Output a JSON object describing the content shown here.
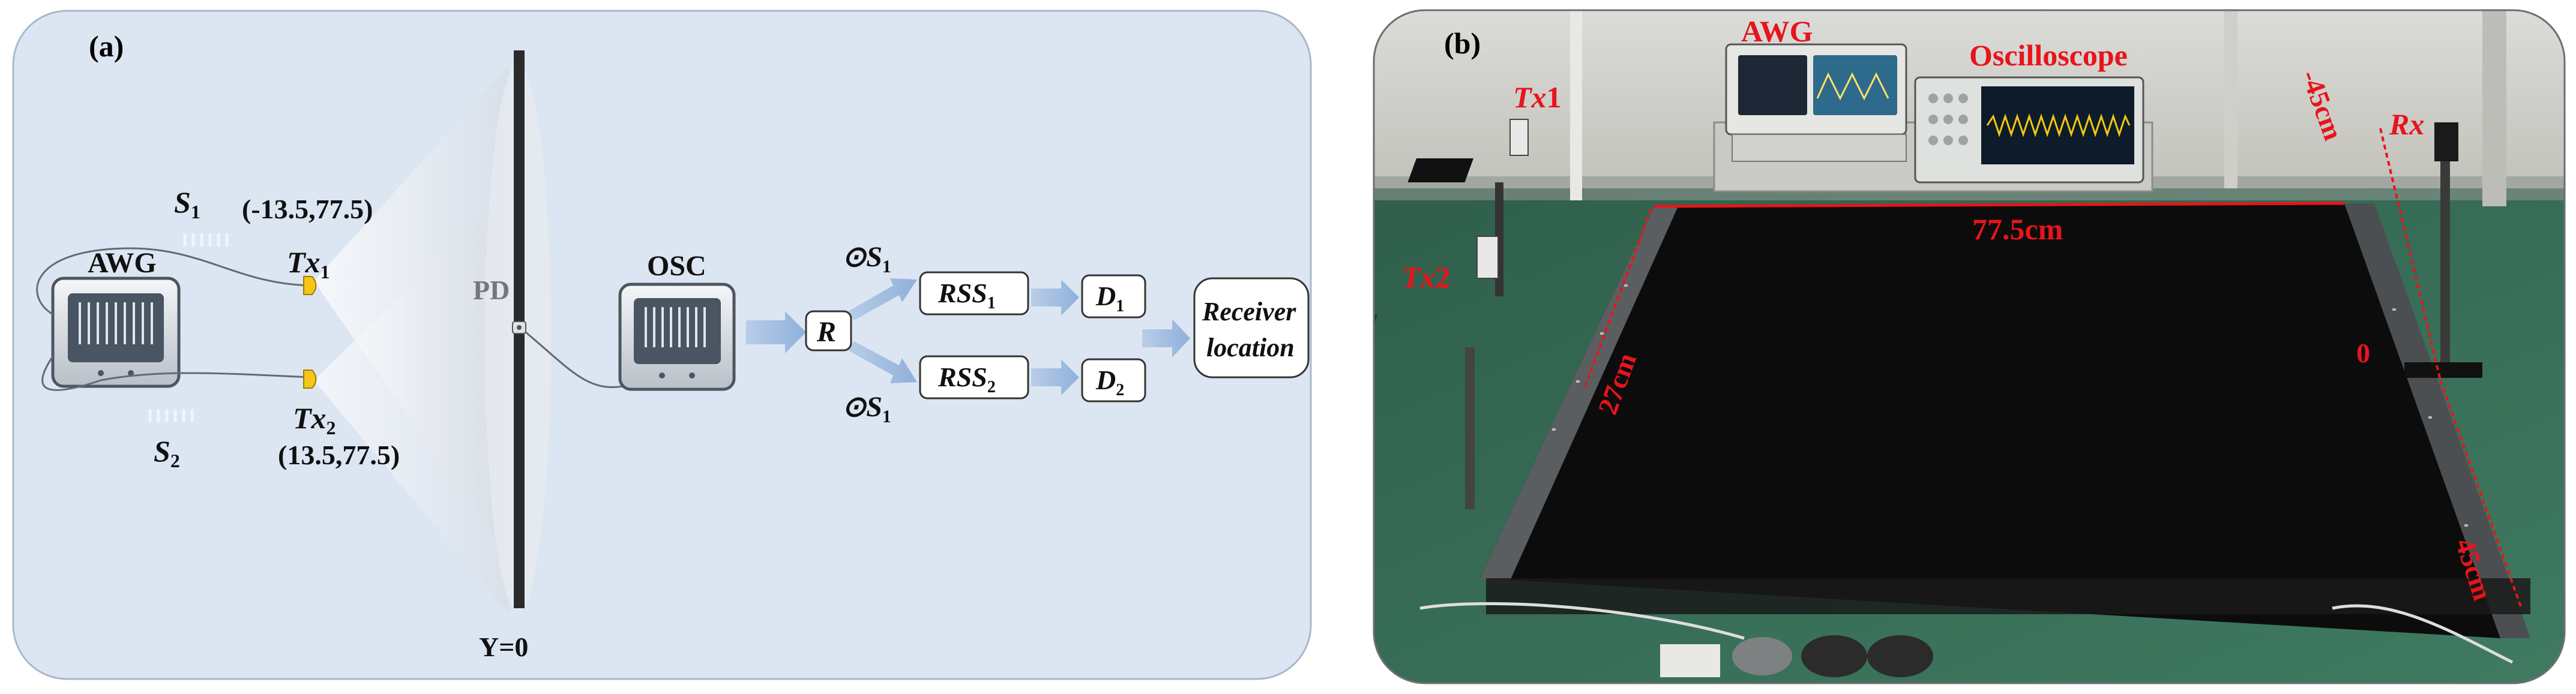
{
  "panel_a": {
    "label": "(a)",
    "awg": "AWG",
    "s1": "S",
    "s1_sub": "1",
    "s2": "S",
    "s2_sub": "2",
    "tx1_coord": "(-13.5,77.5)",
    "tx2_coord": "(13.5,77.5)",
    "tx1": "Tx",
    "tx1_sub": "1",
    "tx2": "Tx",
    "tx2_sub": "2",
    "pd": "PD",
    "osc": "OSC",
    "y0": "Y=0",
    "r": "R",
    "odot_s1_top": "⊙S",
    "odot_s1_top_sub": "1",
    "odot_s1_bottom": "⊙S",
    "odot_s1_bottom_sub": "1",
    "rss1": "RSS",
    "rss1_sub": "1",
    "rss2": "RSS",
    "rss2_sub": "2",
    "d1": "D",
    "d1_sub": "1",
    "d2": "D",
    "d2_sub": "2",
    "receiver_line1": "Receiver",
    "receiver_line2": "location"
  },
  "panel_b": {
    "label": "(b)",
    "awg": "AWG",
    "oscilloscope": "Oscilloscope",
    "tx1": "Tx",
    "tx1_num": "1",
    "tx2": "Tx",
    "tx2_num": "2",
    "rx": "Rx",
    "dim_neg45": "-45cm",
    "dim_775": "77.5cm",
    "dim_27": "27cm",
    "dim_0": "0",
    "dim_45": "45cm"
  },
  "colors": {
    "panel_bg": "#dce6f2",
    "arrow": "#9db8dc",
    "label_red": "#e8141b",
    "led": "#f5c518"
  }
}
